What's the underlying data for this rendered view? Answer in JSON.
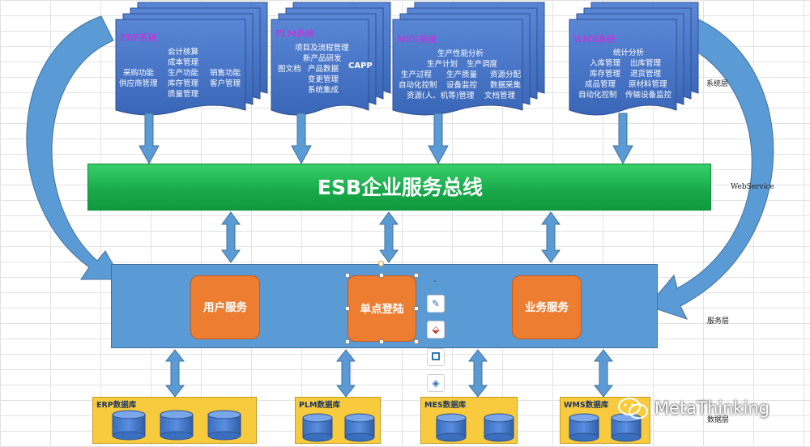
{
  "colors": {
    "box_blue": "#4472c4",
    "arrow_blue": "#5b9bd5",
    "esb_green": "#1fb050",
    "service_orange": "#ed7d31",
    "db_yellow": "#f8cb3e",
    "title_magenta": "#e020e0"
  },
  "systems": [
    {
      "title": "ERP系统",
      "lines": [
        "会计核算",
        "成本管理",
        "采购功能",
        "生产功能",
        "销售功能",
        "供应商管理",
        "库存管理",
        "客户管理",
        "质量管理"
      ]
    },
    {
      "title": "PLM系统",
      "lines": [
        "项目及流程管理",
        "新产品研发",
        "图文档",
        "产品数据",
        "CAPP",
        "变更管理",
        "系统集成"
      ]
    },
    {
      "title": "MES系统",
      "lines": [
        "生产性能分析",
        "生产计划",
        "生产调度",
        "生产过程",
        "生产质量",
        "资源分配",
        "自动化控制",
        "设备监控",
        "数据采集",
        "资源(人、机等)管理",
        "文档管理"
      ]
    },
    {
      "title": "WMS系统",
      "lines": [
        "统计分析",
        "入库管理",
        "出库管理",
        "库存管理",
        "退货管理",
        "成品管理",
        "原材料管理",
        "自动化控制",
        "传输设备监控"
      ]
    }
  ],
  "esb_label": "ESB企业服务总线",
  "layer_labels": {
    "system": "系统层",
    "webservice": "WebService",
    "service": "服务层",
    "data": "数据层"
  },
  "services": [
    "用户服务",
    "单点登陆",
    "业务服务"
  ],
  "databases": [
    "ERP数据库",
    "PLM数据库",
    "MES数据库",
    "WMS数据库"
  ],
  "toolbar": {
    "minus": "-",
    "icons": [
      "pen-icon",
      "fill-icon",
      "outline-icon",
      "layers-icon"
    ]
  },
  "watermark": "MetaThinking"
}
